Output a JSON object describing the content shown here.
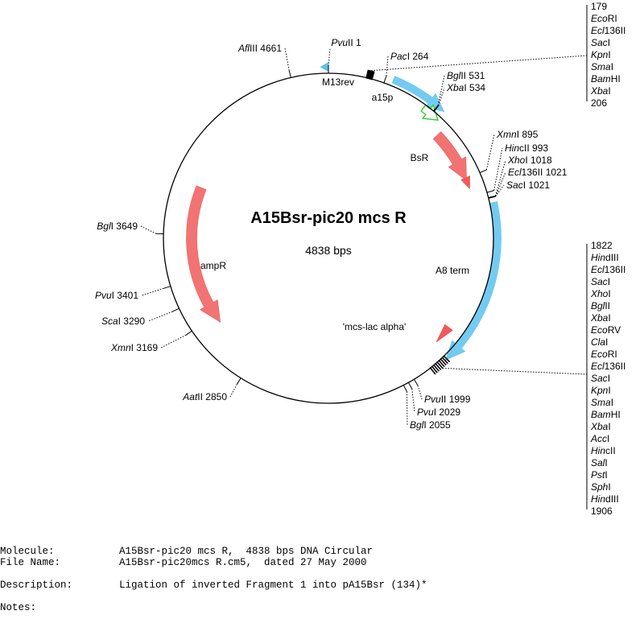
{
  "plasmid": {
    "name": "A15Bsr-pic20 mcs R",
    "size_label": "4838 bps",
    "total_bp": 4838
  },
  "colors": {
    "promoter_blue": "#5cc2ee",
    "gene_red": "#f05a5a",
    "ori_green": "#33cc33"
  },
  "features": [
    {
      "id": "m13rev",
      "label": "M13rev",
      "type": "marker",
      "position": 0,
      "color": "#5cc2ee"
    },
    {
      "id": "a15p",
      "label": "a15p",
      "type": "arrow",
      "start": 300,
      "end": 570,
      "color": "#5cc2ee"
    },
    {
      "id": "ori",
      "label": "",
      "type": "open-arrow",
      "start": 485,
      "end": 575,
      "color": "#33cc33"
    },
    {
      "id": "bsr",
      "label": "BsR",
      "type": "arrow",
      "start": 625,
      "end": 905,
      "color": "#f05a5a"
    },
    {
      "id": "bsr-tip",
      "label": "",
      "type": "wedge",
      "start": 890,
      "end": 950,
      "color": "#f05a5a"
    },
    {
      "id": "a8term",
      "label": "A8 term",
      "type": "arrow",
      "start": 1045,
      "end": 1830,
      "color": "#5cc2ee"
    },
    {
      "id": "mcs-lac-alpha",
      "label": "'mcs-lac alpha'",
      "type": "wedge",
      "start": 1700,
      "end": 1800,
      "color": "#f05a5a"
    },
    {
      "id": "ampr",
      "label": "ampR",
      "type": "arrow-ccw",
      "start": 3120,
      "end": 3920,
      "color": "#f05a5a"
    }
  ],
  "sites": [
    {
      "id": "pvuii-1",
      "prefix": "Pvu",
      "suffix": "II 1"
    },
    {
      "id": "paci-264",
      "prefix": "Pac",
      "suffix": "I 264"
    },
    {
      "id": "bglii-531",
      "prefix": "Bgl",
      "suffix": "II 531"
    },
    {
      "id": "xbai-534",
      "prefix": "Xba",
      "suffix": "I 534"
    },
    {
      "id": "xmni-895",
      "prefix": "Xmn",
      "suffix": "I 895"
    },
    {
      "id": "hincii-993",
      "prefix": "Hin",
      "suffix": "cII 993"
    },
    {
      "id": "xhoi-1018",
      "prefix": "Xho",
      "suffix": "I 1018"
    },
    {
      "id": "ecl136ii-1021",
      "prefix": "Ecl",
      "suffix": "136II 1021"
    },
    {
      "id": "saci-1021",
      "prefix": "Sac",
      "suffix": "I 1021"
    },
    {
      "id": "pvuii-1999",
      "prefix": "Pvu",
      "suffix": "II 1999"
    },
    {
      "id": "pvui-2029",
      "prefix": "Pvu",
      "suffix": "I 2029"
    },
    {
      "id": "bgli-2055",
      "prefix": "Bgl",
      "suffix": "I 2055"
    },
    {
      "id": "aatii-2850",
      "prefix": "Aat",
      "suffix": "II 2850"
    },
    {
      "id": "xmni-3169",
      "prefix": "Xmn",
      "suffix": "I 3169"
    },
    {
      "id": "scai-3290",
      "prefix": "Sca",
      "suffix": "I 3290"
    },
    {
      "id": "pvui-3401",
      "prefix": "Pvu",
      "suffix": "I 3401"
    },
    {
      "id": "bgli-3649",
      "prefix": "Bgl",
      "suffix": "I 3649"
    },
    {
      "id": "afliii-4661",
      "prefix": "Afl",
      "suffix": "III 4661"
    }
  ],
  "mcs1": {
    "start": "179",
    "end": "206",
    "enzymes": [
      {
        "prefix": "Eco",
        "suffix": "RI"
      },
      {
        "prefix": "Ecl",
        "suffix": "136II"
      },
      {
        "prefix": "Sac",
        "suffix": "I"
      },
      {
        "prefix": "Kpn",
        "suffix": "I"
      },
      {
        "prefix": "Sma",
        "suffix": "I"
      },
      {
        "prefix": "Bam",
        "suffix": "HI"
      },
      {
        "prefix": "Xba",
        "suffix": "I"
      }
    ]
  },
  "mcs2": {
    "start": "1822",
    "end": "1906",
    "enzymes": [
      {
        "prefix": "Hin",
        "suffix": "dIII"
      },
      {
        "prefix": "Ecl",
        "suffix": "136II"
      },
      {
        "prefix": "Sac",
        "suffix": "I"
      },
      {
        "prefix": "Xho",
        "suffix": "I"
      },
      {
        "prefix": "Bgl",
        "suffix": "II"
      },
      {
        "prefix": "Xba",
        "suffix": "I"
      },
      {
        "prefix": "Eco",
        "suffix": "RV"
      },
      {
        "prefix": "Cla",
        "suffix": "I"
      },
      {
        "prefix": "Eco",
        "suffix": "RI"
      },
      {
        "prefix": "Ecl",
        "suffix": "136II"
      },
      {
        "prefix": "Sac",
        "suffix": "I"
      },
      {
        "prefix": "Kpn",
        "suffix": "I"
      },
      {
        "prefix": "Sma",
        "suffix": "I"
      },
      {
        "prefix": "Bam",
        "suffix": "HI"
      },
      {
        "prefix": "Xba",
        "suffix": "I"
      },
      {
        "prefix": "Acc",
        "suffix": "I"
      },
      {
        "prefix": "Hin",
        "suffix": "cII"
      },
      {
        "prefix": "Sal",
        "suffix": "I"
      },
      {
        "prefix": "Pst",
        "suffix": "I"
      },
      {
        "prefix": "Sph",
        "suffix": "I"
      },
      {
        "prefix": "Hin",
        "suffix": "dIII"
      }
    ]
  },
  "info": {
    "molecule_key": "Molecule:",
    "molecule_val": "A15Bsr-pic20 mcs R,  4838 bps DNA Circular",
    "filename_key": "File Name:",
    "filename_val": "A15Bsr-pic20mcs R.cm5,  dated 27 May 2000",
    "description_key": "Description:",
    "description_val": "Ligation of inverted Fragment 1 into pA15Bsr (134)*",
    "notes_key": "Notes:"
  }
}
